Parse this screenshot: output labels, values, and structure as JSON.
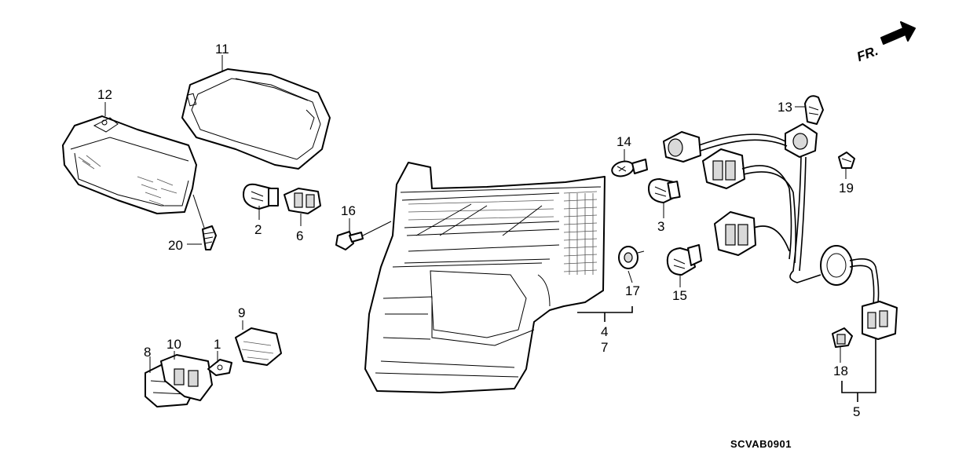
{
  "diagram": {
    "callouts": {
      "p1": "1",
      "p2": "2",
      "p3": "3",
      "p4": "4",
      "p5": "5",
      "p6": "6",
      "p7": "7",
      "p8": "8",
      "p9": "9",
      "p10": "10",
      "p11": "11",
      "p12": "12",
      "p13": "13",
      "p14": "14",
      "p15": "15",
      "p16": "16",
      "p17": "17",
      "p18": "18",
      "p19": "19",
      "p20": "20"
    },
    "direction_label": "FR.",
    "figure_code": "SCVAB0901"
  }
}
